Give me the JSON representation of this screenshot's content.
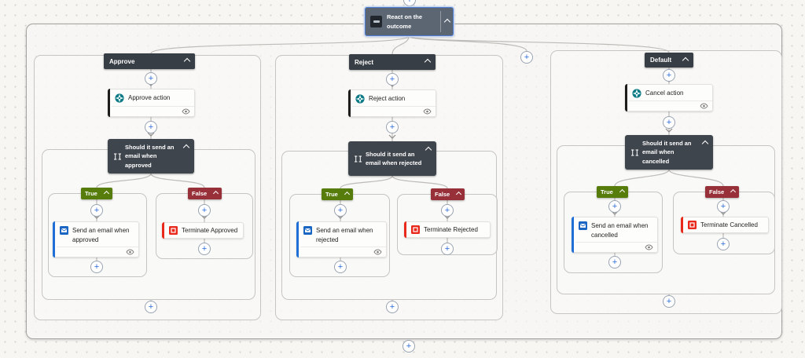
{
  "root": {
    "title": "React on the outcome"
  },
  "branches": [
    {
      "label": "Approve",
      "action_title": "Approve action",
      "condition_title": "Should it send an email when approved",
      "true_label": "True",
      "true_action_title": "Send an email when approved",
      "false_label": "False",
      "false_action_title": "Terminate Approved"
    },
    {
      "label": "Reject",
      "action_title": "Reject action",
      "condition_title": "Should it send an email when rejected",
      "true_label": "True",
      "true_action_title": "Send an email when rejected",
      "false_label": "False",
      "false_action_title": "Terminate Rejected"
    },
    {
      "label": "Default",
      "action_title": "Cancel action",
      "condition_title": "Should it send an email when cancelled",
      "true_label": "True",
      "true_action_title": "Send an email when cancelled",
      "false_label": "False",
      "false_action_title": "Terminate Cancelled"
    }
  ],
  "icons": {
    "plus": "+"
  },
  "colors": {
    "true_case_green": "#567c0c",
    "false_case_red": "#98303a",
    "node_dark": "#3f454d",
    "selected_node_border": "#4e7cd3",
    "email_accent_blue": "#1f6fd6",
    "terminate_accent_red": "#e8291b",
    "approvals_teal": "#0d7a85",
    "plus_blue": "#2b6cd9"
  }
}
